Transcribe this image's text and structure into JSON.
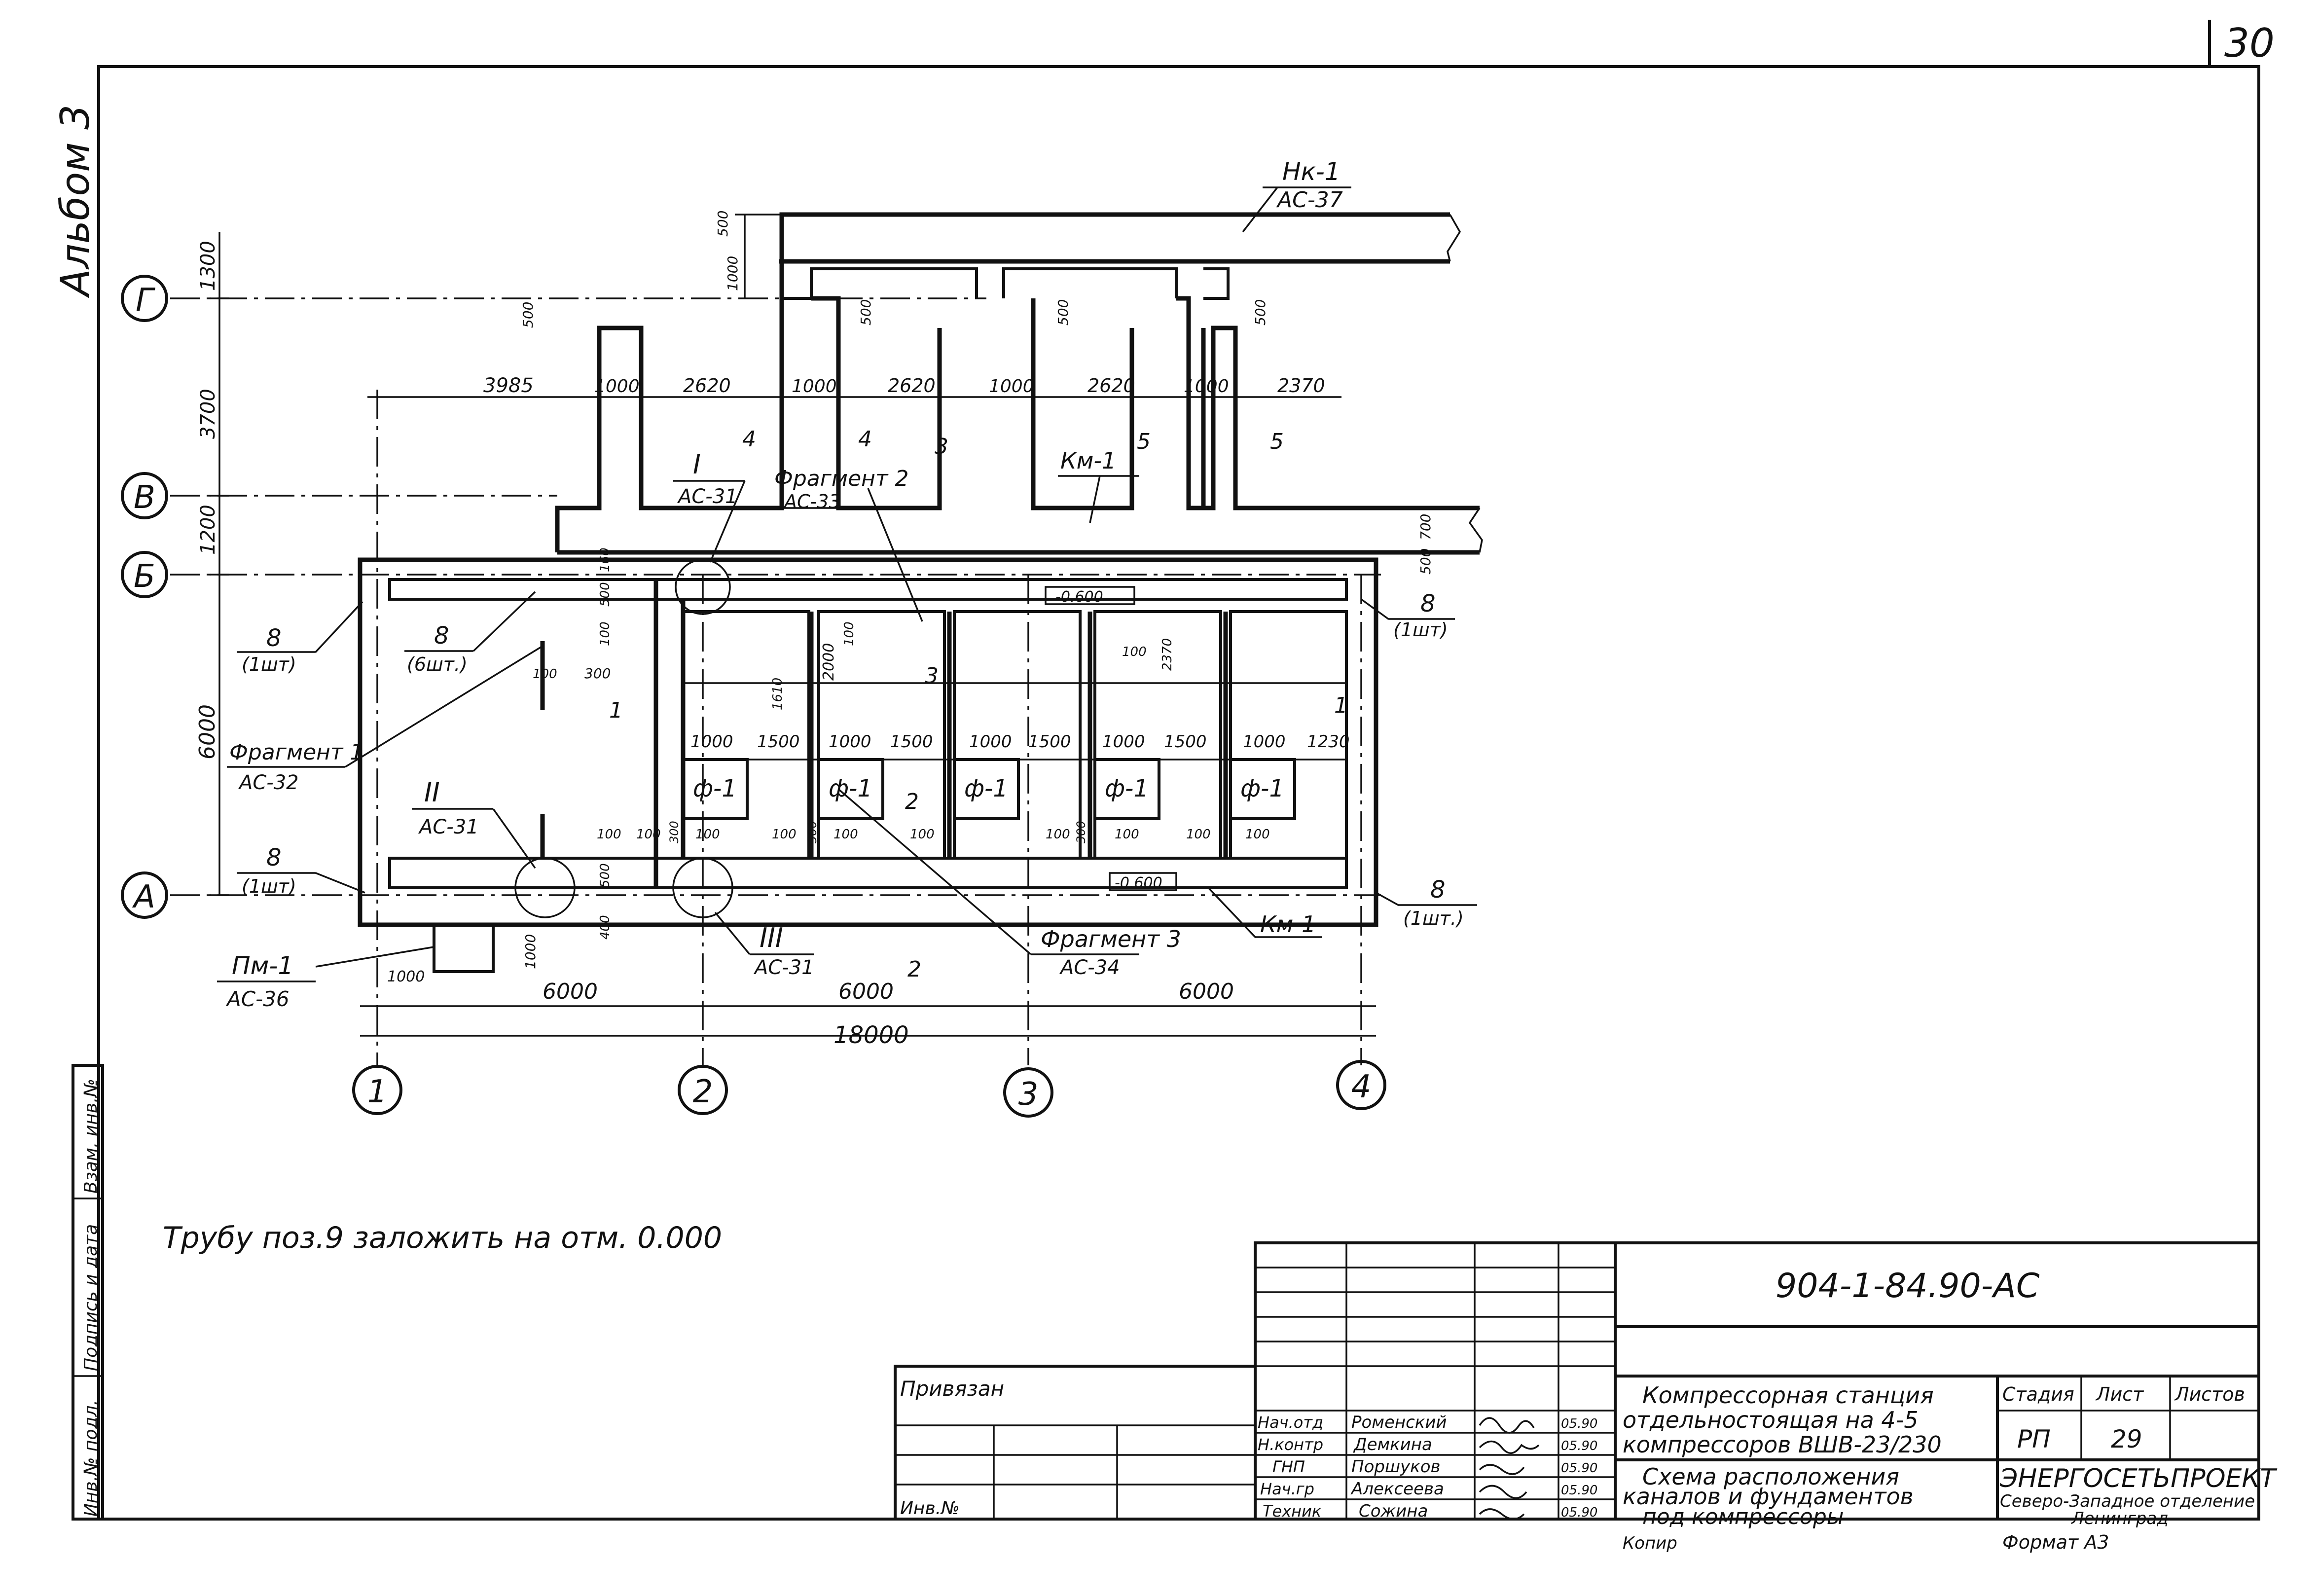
{
  "sheet_number": "30",
  "album": "Альбом 3",
  "axes": {
    "rows": [
      "Г",
      "В",
      "Б",
      "А"
    ],
    "cols": [
      "1",
      "2",
      "3",
      "4"
    ]
  },
  "dims": {
    "vertical": [
      "1300",
      "3700",
      "1200",
      "6000"
    ],
    "top_row": [
      "3985",
      "1000",
      "2620",
      "1000",
      "2620",
      "1000",
      "2620",
      "1000",
      "2370"
    ],
    "bays": [
      "6000",
      "6000",
      "6000"
    ],
    "total": "18000",
    "inner_row": [
      "1000",
      "1500",
      "1000",
      "1500",
      "1000",
      "1500",
      "1000",
      "1500",
      "1000",
      "1230"
    ],
    "misc": [
      "500",
      "1000",
      "500",
      "500",
      "500",
      "500",
      "700",
      "500",
      "160",
      "100",
      "100",
      "300",
      "100",
      "2000",
      "1610",
      "2370",
      "100",
      "500",
      "400",
      "1000",
      "1000",
      "100",
      "100",
      "100",
      "100",
      "100",
      "100",
      "100",
      "100",
      "100",
      "300",
      "300",
      "100",
      "300",
      "500"
    ]
  },
  "labels": {
    "nk": "Нк-1",
    "nk_ref": "АС-37",
    "km_top": "Км-1",
    "km_bottom": "Км-1",
    "frag1": "Фрагмент 1",
    "frag1_ref": "АС-32",
    "frag2": "Фрагмент 2",
    "frag2_ref": "АС-33",
    "frag3": "Фрагмент 3",
    "frag3_ref": "АС-34",
    "node1": "I",
    "node1_ref": "АС-31",
    "node2": "II",
    "node2_ref": "АС-31",
    "node3": "III",
    "node3_ref": "АС-31",
    "pm": "Пм-1",
    "pm_ref": "АС-36",
    "f1": "ф-1",
    "pos8": "8",
    "qty1": "(1шт)",
    "qty1b": "(1шт.)",
    "qty6": "(6шт.)",
    "mark_top": "-0.600",
    "mark_bottom": "-0.600",
    "sec1": "1",
    "sec2": "2",
    "sec3": "3",
    "sec4": "4",
    "sec5": "5"
  },
  "note": "Трубу поз.9 заложить на отм. 0.000",
  "stamp": {
    "code": "904-1-84.90-АС",
    "attached": "Привязан",
    "inv": "Инв.№",
    "roles": [
      "Нач.отд",
      "Н.контр",
      "ГНП",
      "Нач.гр",
      "Техник"
    ],
    "names": [
      "Роменский",
      "Демкина",
      "Поршуков",
      "Алексеева",
      "Сожина"
    ],
    "dates": [
      "05.90",
      "05.90",
      "05.90",
      "05.90",
      "05.90"
    ],
    "title1": "Компрессорная станция отдельностоящая на 4-5 компрессоров ВШВ-23/230",
    "title1_lines": [
      "Компрессорная станция",
      "отдельностоящая на 4-5",
      "компрессоров ВШВ-23/230"
    ],
    "title2_lines": [
      "Схема расположения",
      "каналов и фундаментов",
      "под компрессоры"
    ],
    "stage_h": "Стадия",
    "sheet_h": "Лист",
    "sheets_h": "Листов",
    "stage": "РП",
    "sheet": "29",
    "org": "ЭНЕРГОСЕТЬПРОЕКТ",
    "org_sub": "Северо-Западное отделение",
    "org_city": "Ленинград",
    "copy": "Копир",
    "format": "Формат А3"
  },
  "side_stamp": [
    "Инв.№ подл.",
    "Подпись и дата",
    "Взам. инв.№"
  ]
}
